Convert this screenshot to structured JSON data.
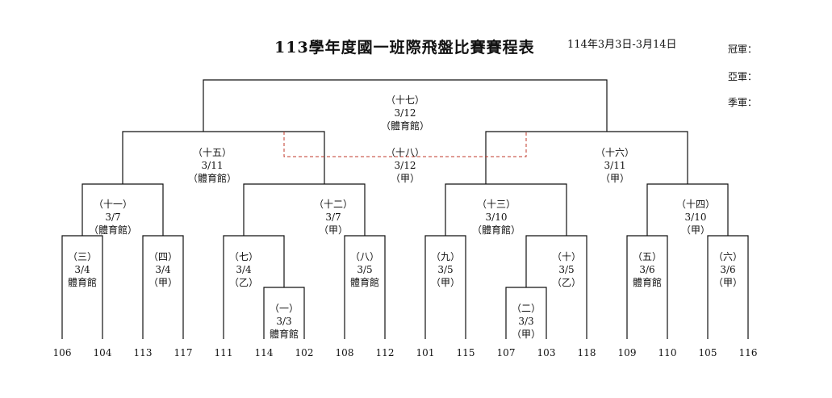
{
  "title": "113學年度國一班際飛盤比賽賽程表",
  "date_range": "114年3月3日-3月14日",
  "awards": {
    "champion": "冠軍：",
    "runner_up": "亞軍：",
    "third": "季軍："
  },
  "teams": [
    "106",
    "104",
    "113",
    "117",
    "111",
    "114",
    "102",
    "108",
    "112",
    "101",
    "115",
    "107",
    "103",
    "118",
    "109",
    "110",
    "105",
    "116"
  ],
  "matches": [
    {
      "id": "m1",
      "no": "（一）",
      "date": "3/3",
      "venue": "體育館"
    },
    {
      "id": "m2",
      "no": "（二）",
      "date": "3/3",
      "venue": "（甲）"
    },
    {
      "id": "m3",
      "no": "（三）",
      "date": "3/4",
      "venue": "體育館"
    },
    {
      "id": "m4",
      "no": "（四）",
      "date": "3/4",
      "venue": "（甲）"
    },
    {
      "id": "m5",
      "no": "（五）",
      "date": "3/6",
      "venue": "體育館"
    },
    {
      "id": "m6",
      "no": "（六）",
      "date": "3/6",
      "venue": "（甲）"
    },
    {
      "id": "m7",
      "no": "（七）",
      "date": "3/4",
      "venue": "（乙）"
    },
    {
      "id": "m8",
      "no": "（八）",
      "date": "3/5",
      "venue": "體育館"
    },
    {
      "id": "m9",
      "no": "（九）",
      "date": "3/5",
      "venue": "（甲）"
    },
    {
      "id": "m10",
      "no": "（十）",
      "date": "3/5",
      "venue": "（乙）"
    },
    {
      "id": "m11",
      "no": "（十一）",
      "date": "3/7",
      "venue": "（體育館）"
    },
    {
      "id": "m12",
      "no": "（十二）",
      "date": "3/7",
      "venue": "（甲）"
    },
    {
      "id": "m13",
      "no": "（十三）",
      "date": "3/10",
      "venue": "（體育館）"
    },
    {
      "id": "m14",
      "no": "（十四）",
      "date": "3/10",
      "venue": "（甲）"
    },
    {
      "id": "m15",
      "no": "（十五）",
      "date": "3/11",
      "venue": "（體育館）"
    },
    {
      "id": "m16",
      "no": "（十六）",
      "date": "3/11",
      "venue": "（甲）"
    },
    {
      "id": "m17",
      "no": "（十七）",
      "date": "3/12",
      "venue": "（體育館）"
    },
    {
      "id": "m18",
      "no": "（十八）",
      "date": "3/12",
      "venue": "（甲）"
    }
  ],
  "colors": {
    "line": "#111111",
    "third_place_line": "#c0392b"
  }
}
